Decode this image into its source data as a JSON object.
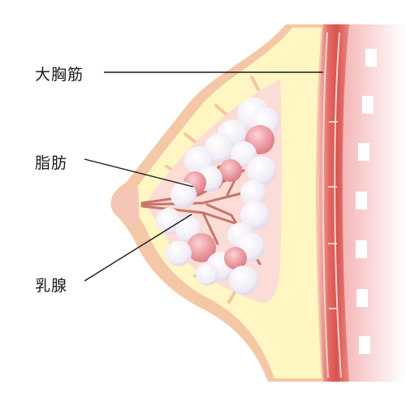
{
  "labels": {
    "pectoral_muscle": "大胸筋",
    "fat": "脂肪",
    "mammary_gland": "乳腺"
  },
  "colors": {
    "skin_outline": "#f2c3a0",
    "fat_fill": "#fff6c4",
    "gland_area": "#fbdcd6",
    "muscle_dark": "#de5a5a",
    "muscle_light": "#f7c9c9",
    "lobule_pink": "#f1a0a6",
    "lobule_white": "#f5f2fa",
    "duct": "#c7766a",
    "leader_line": "#1a1a1a"
  }
}
